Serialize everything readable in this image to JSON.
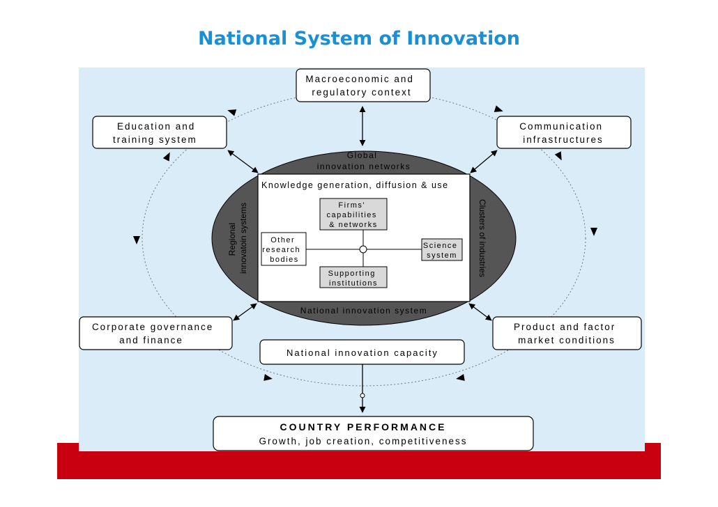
{
  "title": "National System of Innovation",
  "colors": {
    "title": "#1a90d4",
    "panel": "#d9ecf8",
    "band": "#c8000f",
    "ellipse": "#555555"
  },
  "nodes": {
    "macro": [
      "Macroeconomic and",
      "regulatory context"
    ],
    "education": [
      "Education and",
      "training system"
    ],
    "communication": [
      "Communication",
      "infrastructures"
    ],
    "corporate": [
      "Corporate governance",
      "and finance"
    ],
    "product": [
      "Product and factor",
      "market conditions"
    ],
    "capacity": [
      "National innovation capacity"
    ],
    "performance_title": "COUNTRY PERFORMANCE",
    "performance_sub": "Growth, job creation, competitiveness"
  },
  "ellipse": {
    "global": [
      "Global",
      "innovation networks"
    ],
    "regional": [
      "Regional",
      "innovatoin systems"
    ],
    "clusters": "Clusters of industries",
    "national": "National innovation system"
  },
  "inner": {
    "heading": "Knowledge generation, diffusion & use",
    "firms": [
      "Firms'",
      "capabilities",
      "& networks"
    ],
    "other": [
      "Other",
      "research",
      "bodies"
    ],
    "science": [
      "Science",
      "system"
    ],
    "supporting": [
      "Supporting",
      "institutions"
    ]
  }
}
